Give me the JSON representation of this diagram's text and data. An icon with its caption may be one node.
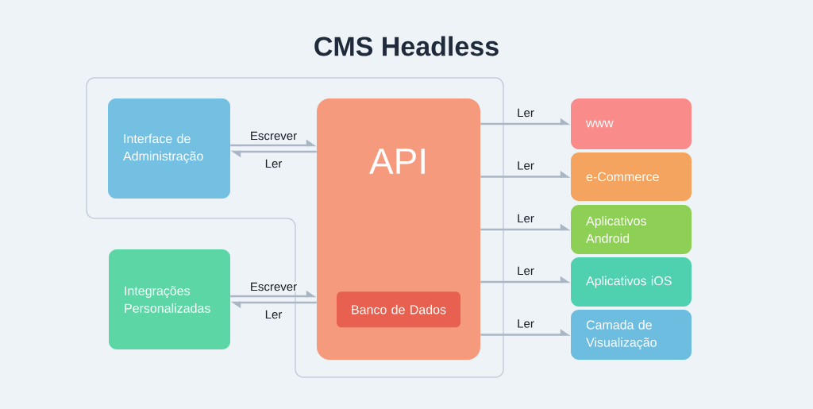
{
  "diagram": {
    "title": "CMS Headless",
    "nodes": [
      {
        "text": [
          "Interface de Administração"
        ]
      },
      {
        "text": [
          "Integrações Personalizadas"
        ]
      },
      {
        "text": [
          "API"
        ]
      },
      {
        "text": [
          "Banco de Dados"
        ],
        "in": 2
      },
      {
        "text": [
          "www"
        ]
      },
      {
        "text": [
          "e-Commerce"
        ]
      },
      {
        "text": [
          "Aplicativos Android"
        ]
      },
      {
        "text": [
          "Aplicativos iOS"
        ]
      },
      {
        "text": [
          "Camada de Visualização"
        ]
      }
    ],
    "edges": [
      {
        "from": 0,
        "to": 2,
        "arrow": "to",
        "label": "Escrever"
      },
      {
        "from": 2,
        "to": 0,
        "arrow": "to",
        "label": "Ler"
      },
      {
        "from": 1,
        "to": 2,
        "arrow": "to",
        "label": "Escrever"
      },
      {
        "from": 2,
        "to": 1,
        "arrow": "to",
        "label": "Ler"
      },
      {
        "from": 2,
        "to": 4,
        "arrow": "to",
        "label": "Ler"
      },
      {
        "from": 2,
        "to": 5,
        "arrow": "to",
        "label": "Ler"
      },
      {
        "from": 2,
        "to": 6,
        "arrow": "to",
        "label": "Ler"
      },
      {
        "from": 2,
        "to": 7,
        "arrow": "to",
        "label": "Ler"
      },
      {
        "from": 2,
        "to": 8,
        "arrow": "to",
        "label": "Ler"
      }
    ]
  }
}
